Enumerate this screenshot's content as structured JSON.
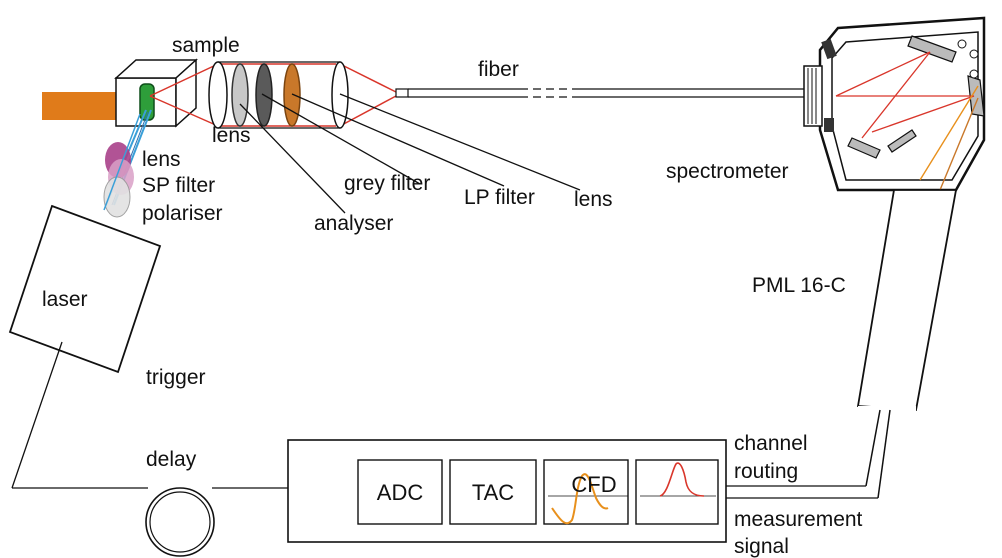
{
  "labels": {
    "sample": "sample",
    "lens_left": "lens",
    "lens_small": "lens",
    "sp_filter": "SP filter",
    "polariser": "polariser",
    "laser": "laser",
    "analyser": "analyser",
    "grey_filter": "grey filter",
    "lp_filter": "LP filter",
    "lens_right": "lens",
    "fiber": "fiber",
    "spectrometer": "spectrometer",
    "pml": "PML 16-C",
    "trigger": "trigger",
    "delay": "delay",
    "channel_routing_1": "channel",
    "channel_routing_2": "routing",
    "measurement_signal_1": "measurement",
    "signal_2": "signal"
  },
  "modules": {
    "adc": "ADC",
    "tac": "TAC",
    "cfd": "CFD"
  },
  "colors": {
    "beam_red": "#d9362b",
    "laser_blue": "#3a9fd8",
    "orange_rod": "#e07b1a",
    "filter_orange": "#c9782a",
    "filter_grey": "#5a5a5a",
    "filter_lightgrey": "#c8c8c8",
    "sample_green": "#2e9e3a",
    "sp_purple": "#a8408a",
    "signal_orange": "#e8901c"
  }
}
